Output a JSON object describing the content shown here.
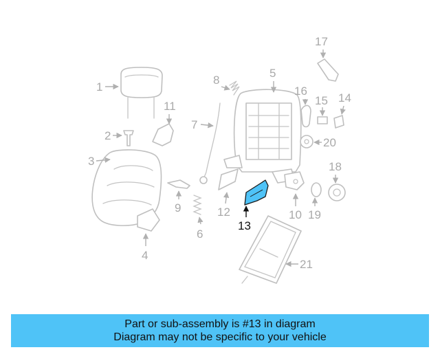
{
  "diagram": {
    "highlight_color": "#4fc3f7",
    "line_color": "#bfbfbf",
    "callouts": {
      "c1": "1",
      "c2": "2",
      "c3": "3",
      "c4": "4",
      "c5": "5",
      "c6": "6",
      "c7": "7",
      "c8": "8",
      "c9": "9",
      "c10": "10",
      "c11": "11",
      "c12": "12",
      "c13": "13",
      "c14": "14",
      "c15": "15",
      "c16": "16",
      "c17": "17",
      "c18": "18",
      "c19": "19",
      "c20": "20",
      "c21": "21"
    },
    "highlighted_part": "13"
  },
  "banner": {
    "line1": "Part or sub-assembly is #13 in diagram",
    "line2": "Diagram may not be specific to your vehicle"
  }
}
